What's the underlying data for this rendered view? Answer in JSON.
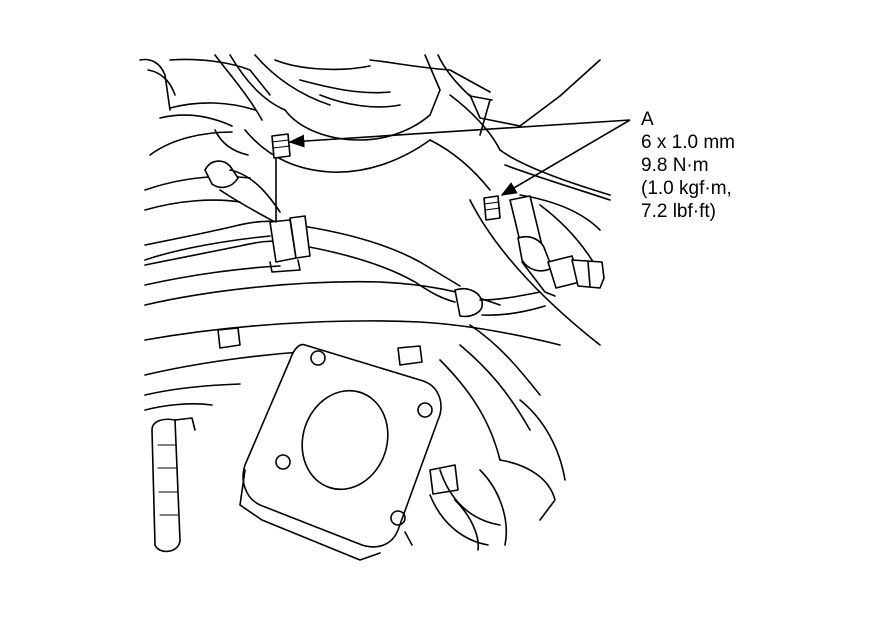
{
  "callout": {
    "letter": "A",
    "lines": [
      "6 x 1.0 mm",
      "9.8 N·m",
      "(1.0 kgf·m,",
      "7.2 lbf·ft)"
    ]
  },
  "colors": {
    "ink": "#000000",
    "paper": "#ffffff"
  },
  "icons": [
    "bolt-icon",
    "leader-arrow-icon"
  ]
}
